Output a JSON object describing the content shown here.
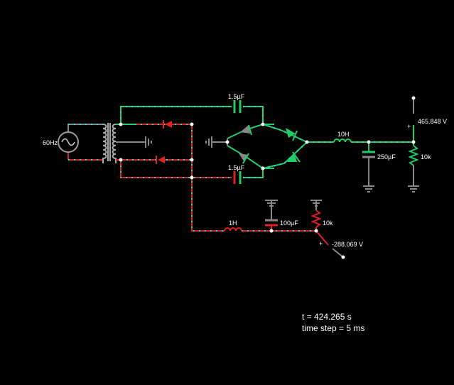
{
  "source": {
    "frequency_label": "60Hz"
  },
  "capacitors": {
    "top": "1.5µF",
    "bottom": "1.5µF",
    "filter": "250µF",
    "neg_filter": "100µF"
  },
  "inductors": {
    "pos": "10H",
    "neg": "1H"
  },
  "resistors": {
    "pos_load": "10k",
    "neg_load": "10k"
  },
  "voltmeters": {
    "pos": {
      "sign": "+",
      "reading": "465.848 V"
    },
    "neg": {
      "sign": "+",
      "reading": "-288.069 V"
    }
  },
  "status": {
    "time": "t = 424.265 s",
    "time_step": "time step = 5 ms"
  },
  "colors": {
    "positive": "#22cc66",
    "negative": "#dd2222",
    "neutral": "#888888",
    "current": "#22dddd"
  }
}
